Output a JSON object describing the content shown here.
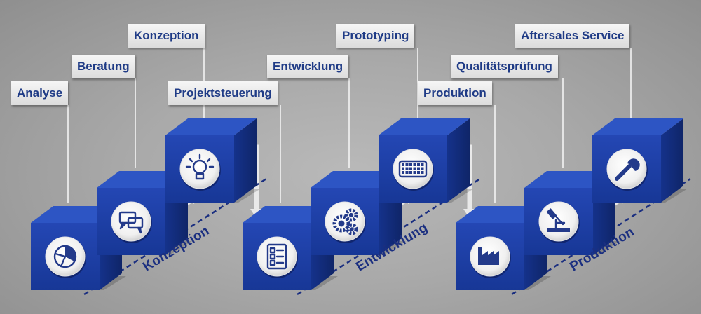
{
  "labels": {
    "analyse": "Analyse",
    "beratung": "Beratung",
    "konzeption": "Konzeption",
    "projektsteuerung": "Projektsteuerung",
    "entwicklung": "Entwicklung",
    "prototyping": "Prototyping",
    "produktion": "Produktion",
    "qualitaetspruefung": "Qualitätsprüfung",
    "aftersales": "Aftersales Service"
  },
  "phases": {
    "konzeption": "Konzeption",
    "entwicklung": "Entwicklung",
    "produktion": "Produktion"
  },
  "colors": {
    "cube_front": "#1c3ea6",
    "cube_top": "#2d55c4",
    "cube_side": "#142f82",
    "label_text": "#1f3b86",
    "phase_text": "#1b2f80"
  },
  "icons": [
    "pie-chart-icon",
    "speech-bubbles-icon",
    "lightbulb-icon",
    "checklist-icon",
    "gears-icon",
    "keyboard-icon",
    "factory-icon",
    "microscope-icon",
    "wrench-icon"
  ]
}
